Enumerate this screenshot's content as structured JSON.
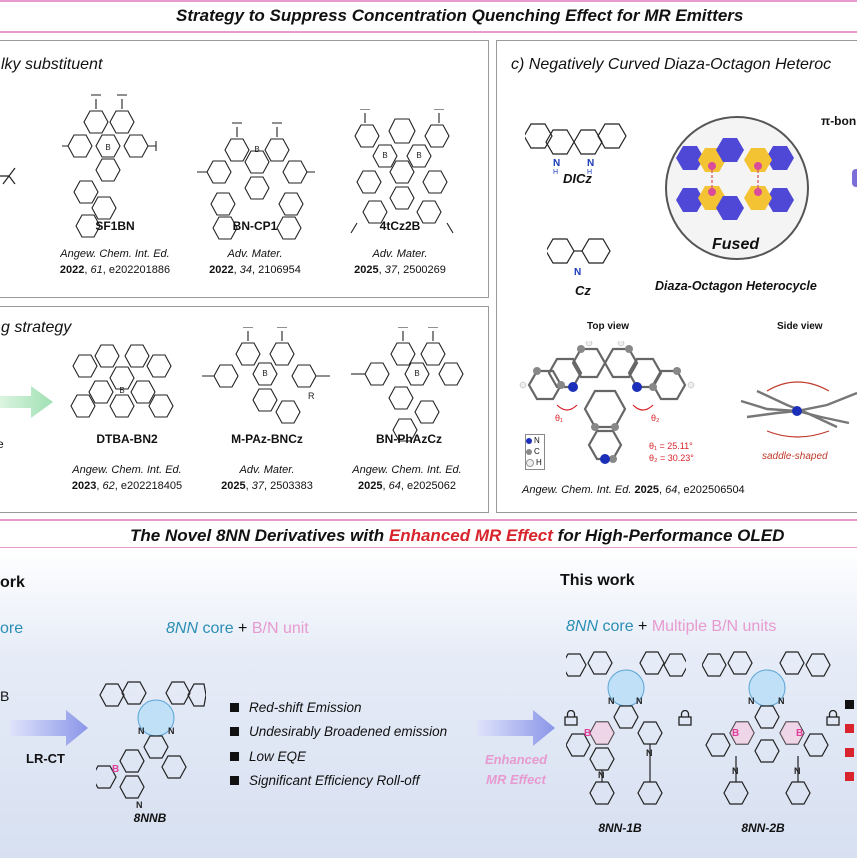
{
  "header": {
    "title": "Strategy to Suppress Concentration Quenching Effect for MR Emitters"
  },
  "panel_a": {
    "title": "lky substituent",
    "molecules": [
      {
        "name": "SF1BN",
        "journal": "Angew. Chem. Int. Ed.",
        "year": "2022",
        "vol": "61",
        "page": "e202201886"
      },
      {
        "name": "BN-CP1",
        "journal": "Adv. Mater.",
        "year": "2022",
        "vol": "34",
        "page": "2106954"
      },
      {
        "name": "4tCz2B",
        "journal": "Adv. Mater.",
        "year": "2025",
        "vol": "37",
        "page": "2500269"
      }
    ]
  },
  "panel_b": {
    "title": "g strategy",
    "molecules": [
      {
        "name": "DTBA-BN2",
        "journal": "Angew. Chem. Int. Ed.",
        "year": "2023",
        "vol": "62",
        "page": "e202218405"
      },
      {
        "name": "M-PAz-BNCz",
        "journal": "Adv. Mater.",
        "year": "2025",
        "vol": "37",
        "page": "2503383"
      },
      {
        "name": "BN-PhAzCz",
        "journal": "Angew. Chem. Int. Ed.",
        "year": "2025",
        "vol": "64",
        "page": "e2025062"
      }
    ],
    "r_label": "R",
    "fragment": "e"
  },
  "panel_c": {
    "title": "c) Negatively Curved Diaza-Octagon Heteroc",
    "dicz": "DICz",
    "cz": "Cz",
    "fused": "Fused",
    "heterocycle": "Diaza-Octagon Heterocycle",
    "pi_bond": "π-bon",
    "top_view": "Top view",
    "side_view": "Side view",
    "theta1": "θ₁ = 25.11°",
    "theta2": "θ₂ = 30.23°",
    "theta1_short": "θ₁",
    "theta2_short": "θ₂",
    "saddle": "saddle-shaped",
    "ref_journal": "Angew. Chem. Int. Ed.",
    "ref_year": "2025",
    "ref_vol": "64",
    "ref_page": "e202506504",
    "legend": [
      "N",
      "C",
      "H"
    ]
  },
  "section2": {
    "title_a": "The Novel 8NN Derivatives with ",
    "title_b": "Enhanced MR Effect",
    "title_c": " for High-Performance OLED"
  },
  "bottom": {
    "prev_work": "ork",
    "prev_core": "ore",
    "prev_fragment": "B",
    "lr_ct": "LR-CT",
    "core1_a": "8NN",
    "core1_b": " core ",
    "core1_c": "+ ",
    "core1_d": "B/N unit",
    "mol_8nnb": "8NNB",
    "bullets": [
      "Red-shift Emission",
      "Undesirably Broadened emission",
      "Low EQE",
      "Significant Efficiency Roll-off"
    ],
    "enhanced": [
      "Enhanced",
      "MR Effect"
    ],
    "this_work": "This work",
    "core2_a": "8NN",
    "core2_b": " core ",
    "core2_c": "+ ",
    "core2_d": "Multiple B/N units",
    "mol_1b": "8NN-1B",
    "mol_2b": "8NN-2B",
    "atom_b": "B",
    "atom_n": "N"
  },
  "colors": {
    "accent_pink": "#e79ad0",
    "accent_red": "#d8242c",
    "accent_teal": "#2b8eb5",
    "boron": "#e0409a",
    "arrow": "#8a96e8"
  }
}
